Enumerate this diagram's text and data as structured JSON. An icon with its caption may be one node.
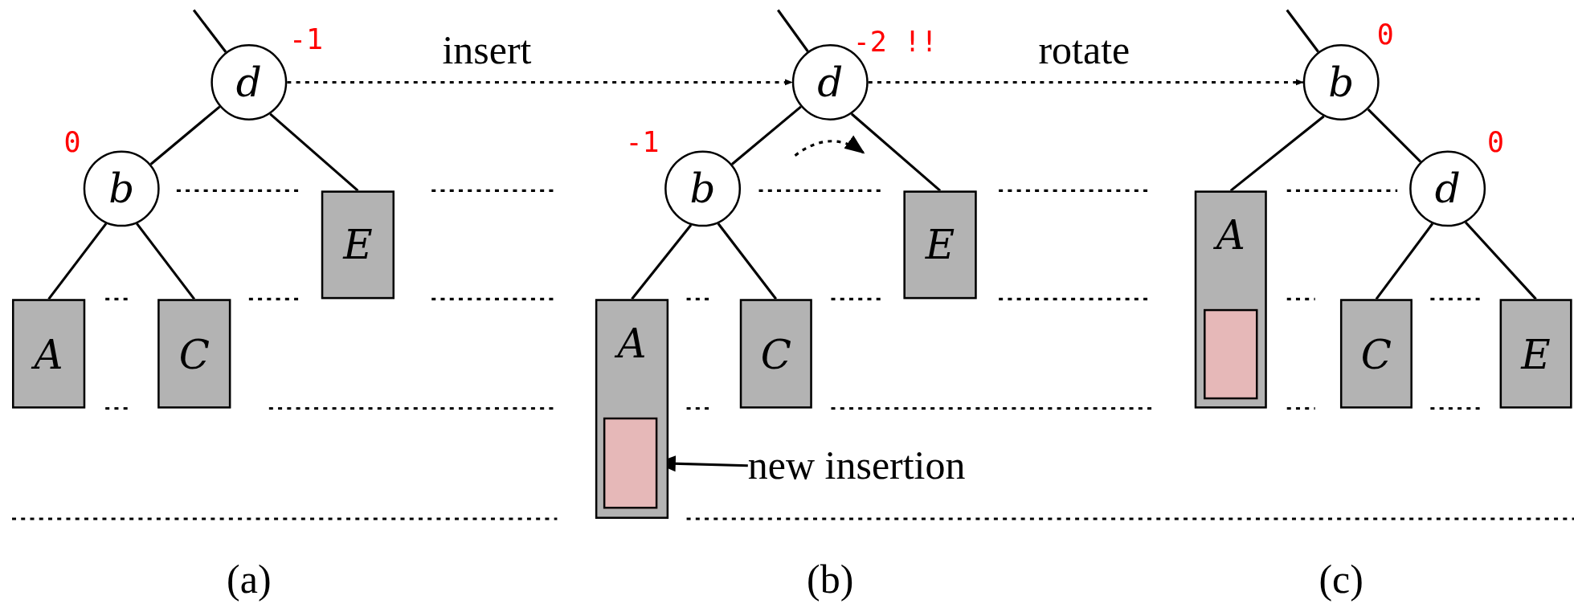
{
  "diagram": {
    "nodes": [
      {
        "text": [
          "d"
        ],
        "beside": [
          "-1"
        ]
      },
      {
        "text": [
          "b"
        ],
        "beside": [
          "0"
        ]
      },
      {
        "text": [
          "E"
        ]
      },
      {
        "text": [
          "A"
        ]
      },
      {
        "text": [
          "C"
        ]
      },
      {
        "text": [
          "d"
        ],
        "beside": [
          "-2 !!"
        ]
      },
      {
        "text": [
          "b"
        ],
        "beside": [
          "-1"
        ]
      },
      {
        "text": [
          "E"
        ]
      },
      {
        "text": [
          "A"
        ]
      },
      {
        "text": [],
        "shape": "box",
        "in": 8
      },
      {
        "text": [
          "C"
        ]
      },
      {
        "text": [
          "b"
        ],
        "beside": [
          "0"
        ]
      },
      {
        "text": [
          "A"
        ]
      },
      {
        "text": [],
        "shape": "box",
        "in": 12
      },
      {
        "text": [
          "d"
        ],
        "beside": [
          "0"
        ]
      },
      {
        "text": [
          "C"
        ]
      },
      {
        "text": [
          "E"
        ]
      },
      {
        "text": [
          "new insertion"
        ]
      }
    ],
    "edges": [
      {
        "from": null,
        "to": 0,
        "arrow": "none"
      },
      {
        "from": 0,
        "to": 1,
        "arrow": "none"
      },
      {
        "from": 0,
        "to": 2,
        "arrow": "none"
      },
      {
        "from": 1,
        "to": 3,
        "arrow": "none"
      },
      {
        "from": 1,
        "to": 4,
        "arrow": "none"
      },
      {
        "from": null,
        "to": 5,
        "arrow": "none"
      },
      {
        "from": 5,
        "to": 6,
        "arrow": "none"
      },
      {
        "from": 5,
        "to": 7,
        "arrow": "none"
      },
      {
        "from": 6,
        "to": 8,
        "arrow": "none"
      },
      {
        "from": 6,
        "to": 10,
        "arrow": "none"
      },
      {
        "from": null,
        "to": 11,
        "arrow": "none"
      },
      {
        "from": 11,
        "to": 12,
        "arrow": "none"
      },
      {
        "from": 11,
        "to": 14,
        "arrow": "none"
      },
      {
        "from": 14,
        "to": 15,
        "arrow": "none"
      },
      {
        "from": 14,
        "to": 16,
        "arrow": "none"
      },
      {
        "from": 0,
        "to": 5,
        "arrow": "to",
        "label": "insert",
        "style": "dashed"
      },
      {
        "from": 5,
        "to": 11,
        "arrow": "to",
        "label": "rotate",
        "style": "dashed"
      },
      {
        "from": 17,
        "to": 9,
        "arrow": "to"
      }
    ],
    "labels": [
      "(a)",
      "(b)",
      "(c)"
    ]
  }
}
